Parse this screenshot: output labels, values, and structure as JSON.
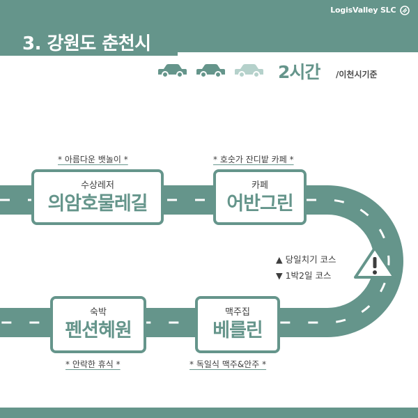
{
  "brand": {
    "name": "LogisValley SLC"
  },
  "header": {
    "title": "3. 강원도 춘천시"
  },
  "travel": {
    "car_count": 3,
    "cars_active": 2,
    "time": "2시간",
    "reference": "/이천시기준"
  },
  "stops": [
    {
      "caption": "* 아름다운 뱃놀이 *",
      "category": "수상레저",
      "name": "의암호물레길"
    },
    {
      "caption": "* 호숫가 잔디밭 카페 *",
      "category": "카페",
      "name": "어반그린"
    },
    {
      "caption": "* 독일식 맥주&안주 *",
      "category": "맥주집",
      "name": "베를린"
    },
    {
      "caption": "* 안락한 휴식 *",
      "category": "숙박",
      "name": "펜션혜원"
    }
  ],
  "legend": {
    "day_trip": "▲ 당일치기 코스",
    "overnight": "▼ 1박2일 코스"
  },
  "icons": {
    "cars": "car-icon",
    "warning": "warning-triangle-icon"
  },
  "colors": {
    "primary": "#65958b",
    "car_inactive": "#b5d1cb",
    "text": "#3d3d3d",
    "background": "#ffffff"
  }
}
